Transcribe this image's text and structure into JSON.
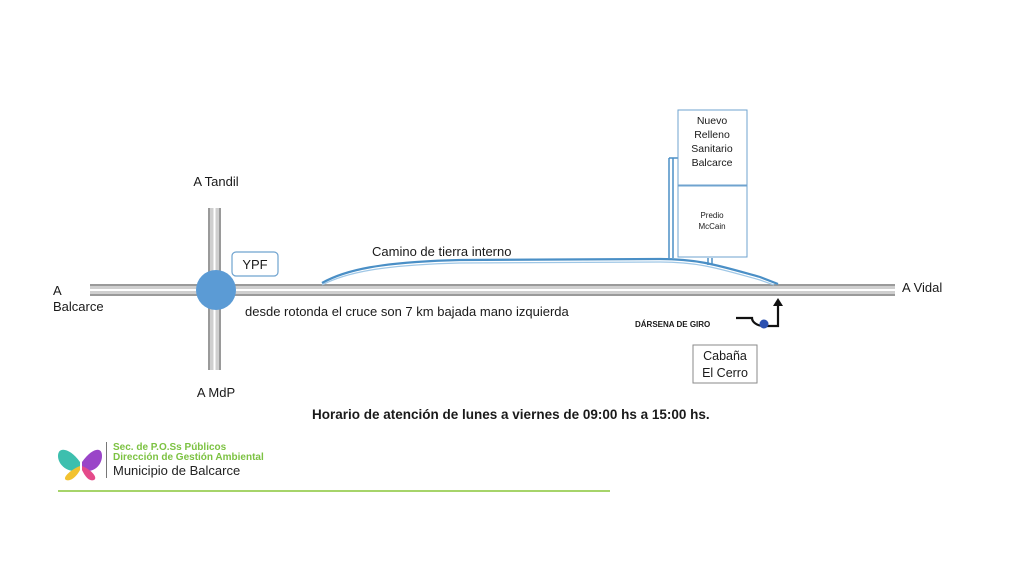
{
  "places": {
    "a_tandil": "A Tandil",
    "a_balcarce_1": "A",
    "a_balcarce_2": "Balcarce",
    "a_mdp": "A MdP",
    "a_vidal": "A Vidal",
    "ypf": "YPF",
    "camino": "Camino de tierra interno",
    "directions": "desde rotonda el cruce son 7 km bajada mano izquierda",
    "relleno": [
      "Nuevo",
      "Relleno",
      "Sanitario",
      "Balcarce"
    ],
    "predio": [
      "Predio",
      "McCain"
    ],
    "darsena": "DÁRSENA DE GIRO",
    "cabana": [
      "Cabaña",
      "El Cerro"
    ]
  },
  "schedule": "Horario de atención de lunes a viernes de 09:00 hs a 15:00 hs.",
  "logo": {
    "line1": "Sec. de P.O.Ss Públicos",
    "line2": "Dirección de Gestión Ambiental",
    "line3": "Municipio de Balcarce"
  },
  "colors": {
    "road": "#b8b8b8",
    "roundabout": "#5b9bd5",
    "access": "#4a8fc6",
    "green": "#7cc242"
  }
}
